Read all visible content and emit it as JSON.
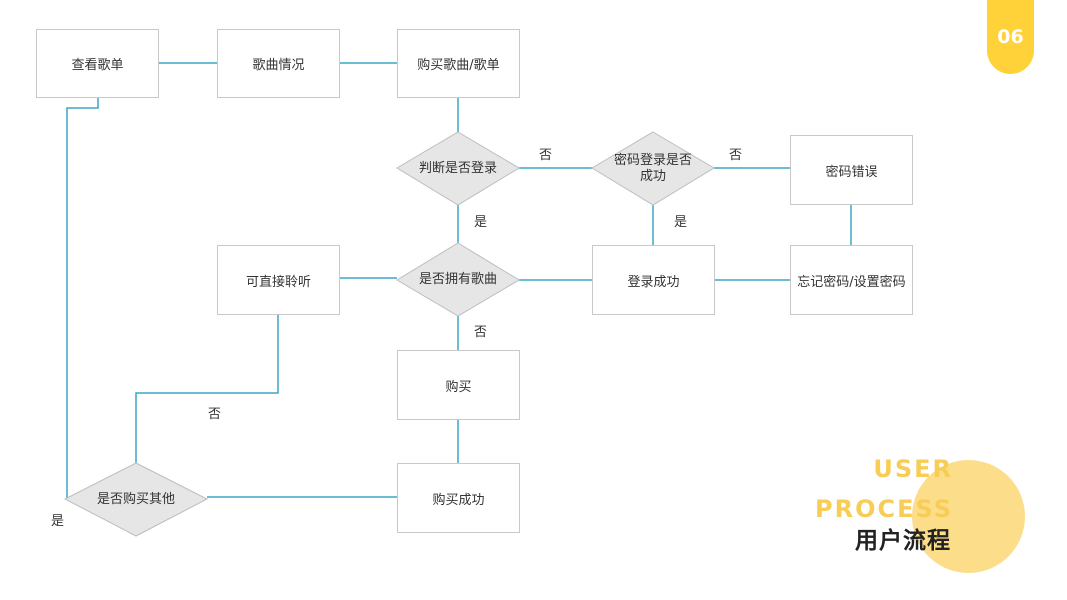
{
  "badge": "06",
  "title": {
    "line1": "USER",
    "line2": "PROCESS",
    "cn": "用户流程"
  },
  "nodes": {
    "view_list": "查看歌单",
    "song_info": "歌曲情况",
    "buy_song": "购买歌曲/歌单",
    "check_login": "判断是否登录",
    "pwd_login": "密码登录是否成功",
    "pwd_error": "密码错误",
    "own_song": "是否拥有歌曲",
    "listen": "可直接聆听",
    "login_ok": "登录成功",
    "forgot_pwd": "忘记密码/设置密码",
    "buy": "购买",
    "buy_ok": "购买成功",
    "buy_other": "是否购买其他"
  },
  "labels": {
    "no_login": "否",
    "no_pwd": "否",
    "yes_login": "是",
    "yes_pwd": "是",
    "no_own": "否",
    "no_other": "否",
    "yes_other": "是"
  },
  "colors": {
    "line": "#3aa7c9",
    "accent": "#ffd23a",
    "circle": "#fbdd8a",
    "en_text": "#f8cd55"
  }
}
